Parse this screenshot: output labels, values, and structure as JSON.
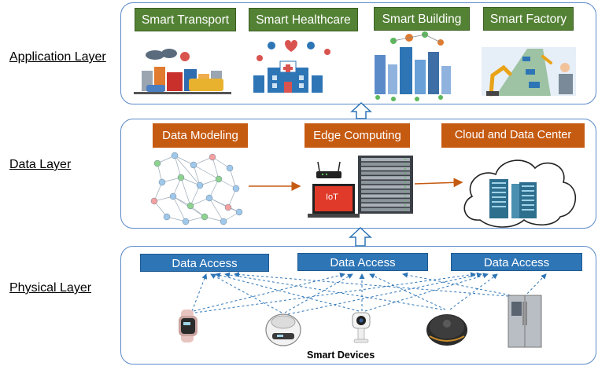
{
  "layers": {
    "application": "Application Layer",
    "data": "Data Layer",
    "physical": "Physical Layer"
  },
  "application": {
    "items": [
      "Smart Transport",
      "Smart Healthcare",
      "Smart Building",
      "Smart Factory"
    ]
  },
  "data_layer": {
    "items": [
      "Data Modeling",
      "Edge Computing",
      "Cloud and Data Center"
    ],
    "laptop_text": "IoT"
  },
  "physical": {
    "access": [
      "Data Access",
      "Data Access",
      "Data Access"
    ],
    "devices_caption": "Smart Devices",
    "device_icons": [
      "smartwatch-icon",
      "robot-cooker-icon",
      "security-camera-icon",
      "robot-vacuum-icon",
      "smart-fridge-icon"
    ]
  },
  "colors": {
    "panel_border": "#5b8ac9",
    "application_tag": "#548235",
    "data_tag": "#c55a11",
    "access_tag": "#2e75b6",
    "arrow": "#c55a11",
    "dashed_arrow": "#2e75b6"
  }
}
